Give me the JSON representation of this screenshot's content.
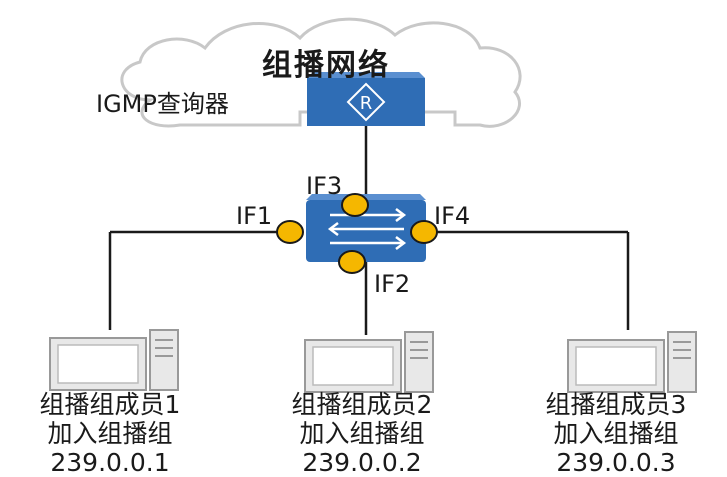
{
  "cloud": {
    "title": "组播网络"
  },
  "router": {
    "label": "IGMP查询器",
    "symbol": "R"
  },
  "switch": {
    "interfaces": [
      "IF1",
      "IF2",
      "IF3",
      "IF4"
    ]
  },
  "hosts": [
    {
      "member": "组播组成员1",
      "action": "加入组播组",
      "group": "239.0.0.1"
    },
    {
      "member": "组播组成员2",
      "action": "加入组播组",
      "group": "239.0.0.2"
    },
    {
      "member": "组播组成员3",
      "action": "加入组播组",
      "group": "239.0.0.3"
    }
  ],
  "colors": {
    "device_blue": "#2f6db5",
    "interface_dot": "#f5b700",
    "cloud_stroke": "#c8c8c8",
    "line": "#1a1a1a"
  }
}
